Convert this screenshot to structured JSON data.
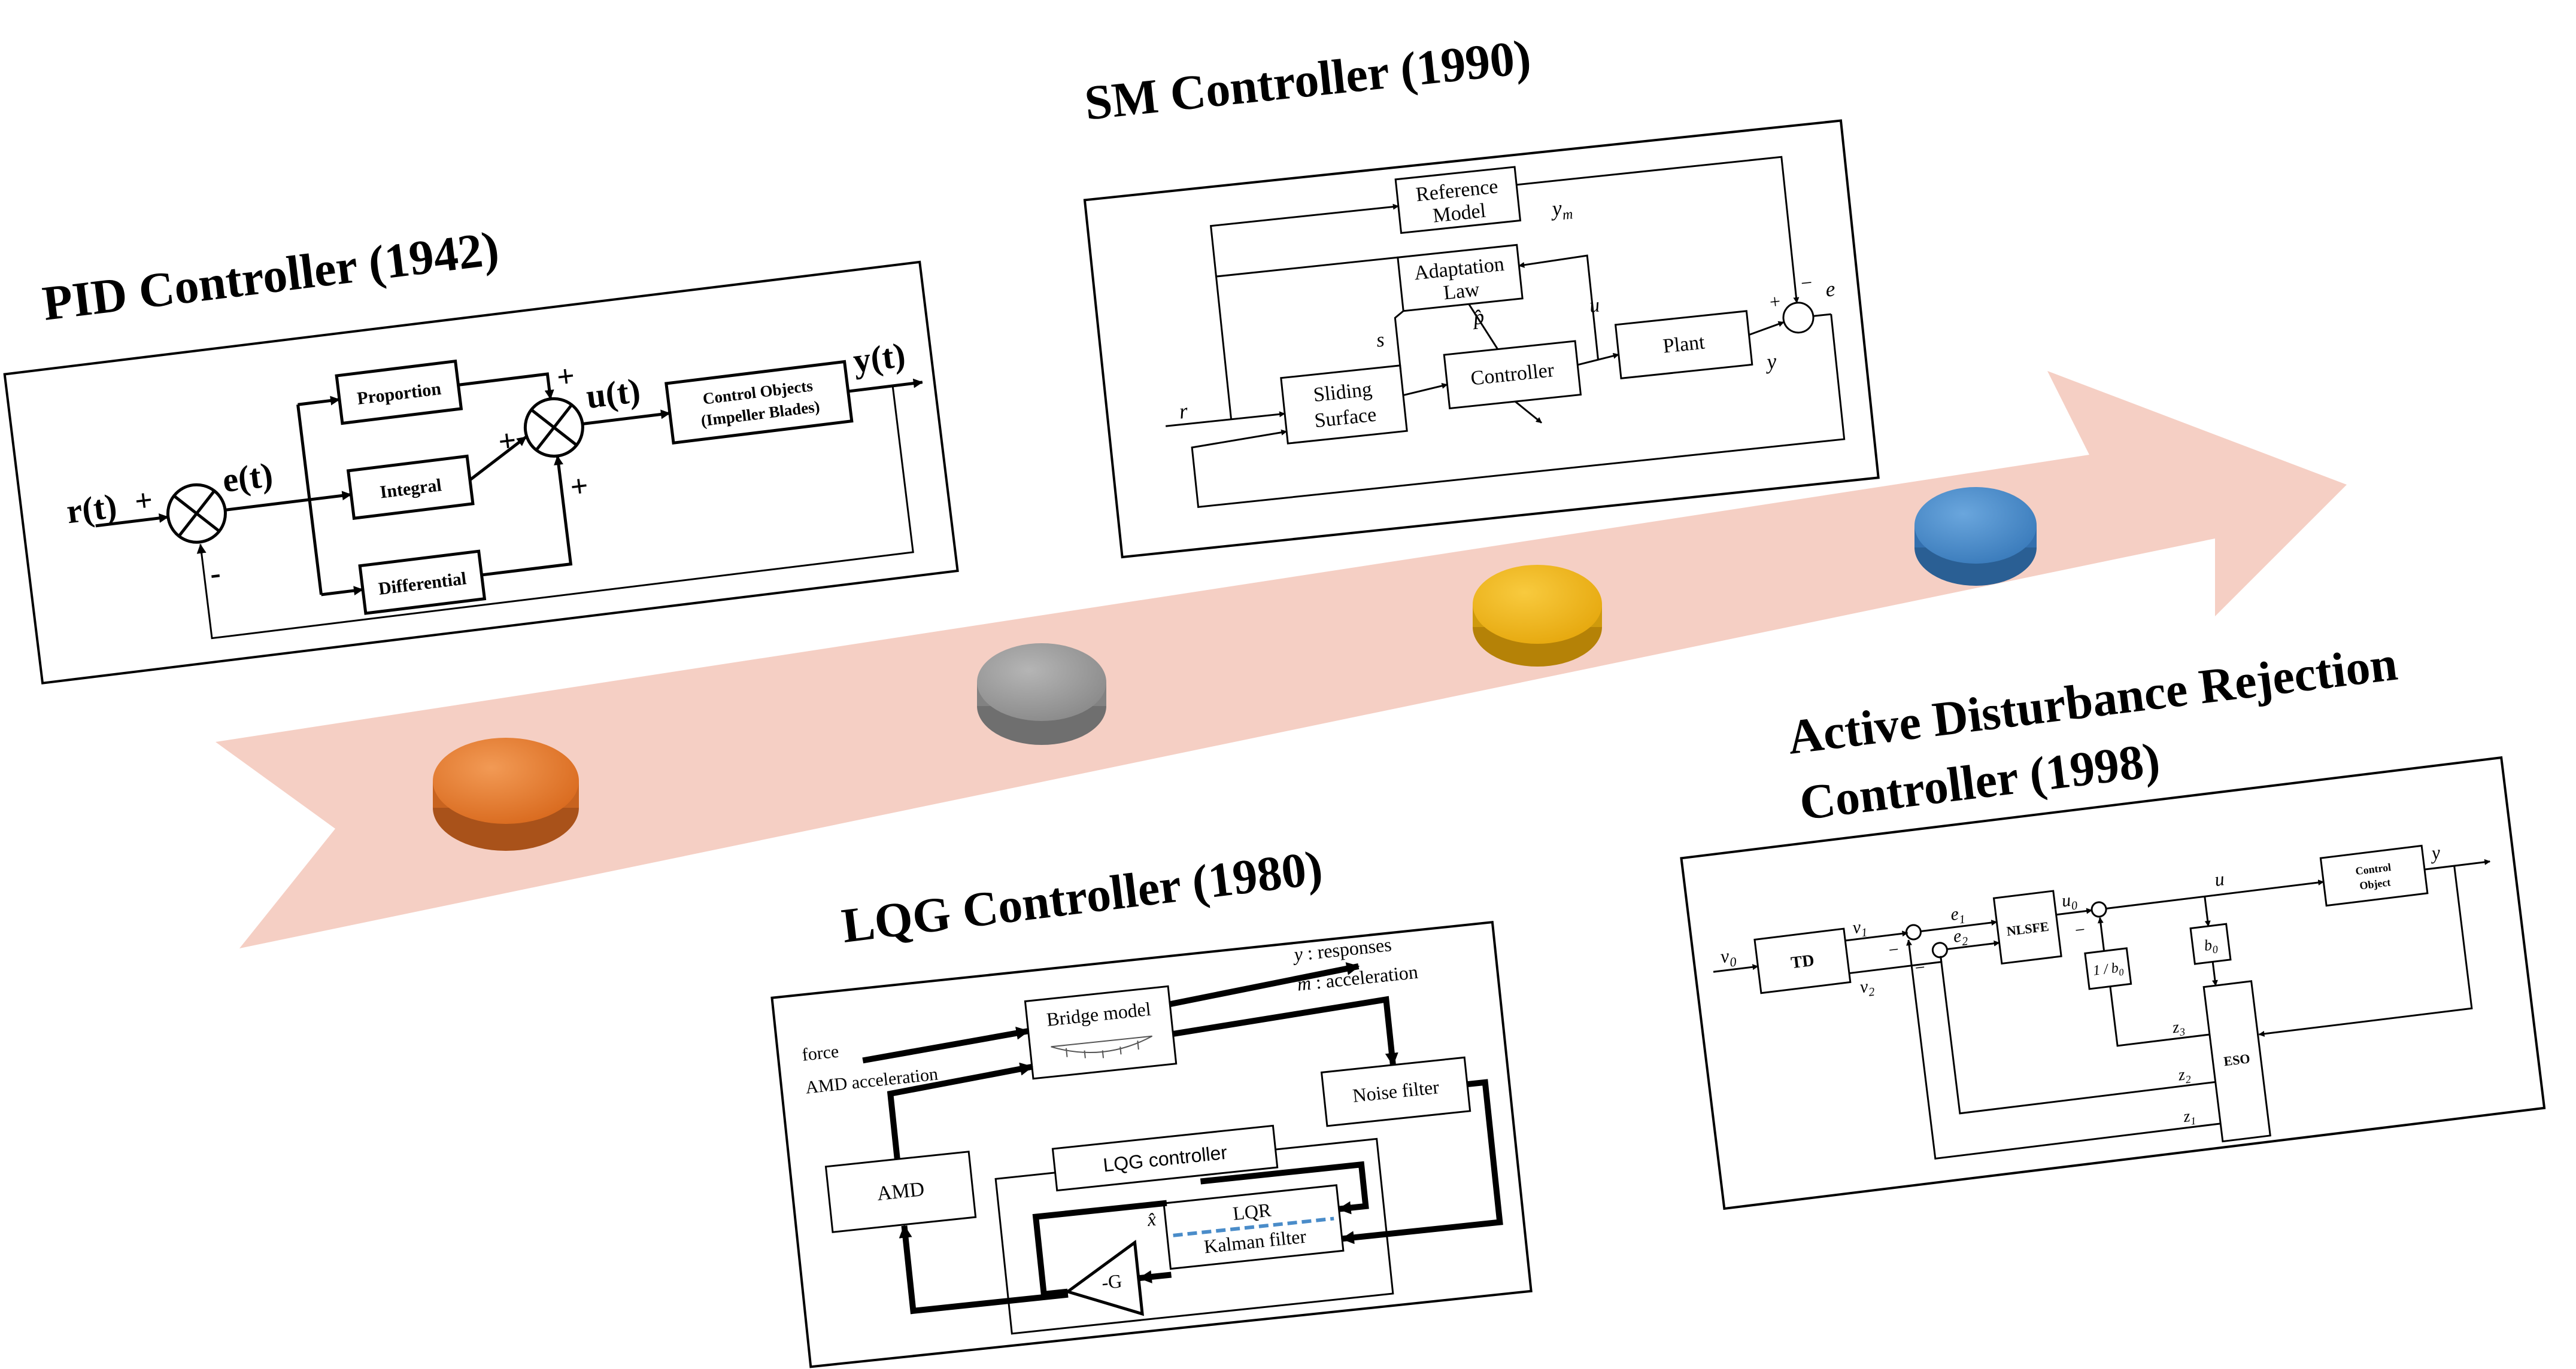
{
  "colors": {
    "timeline_arrow": "#f5cfc4",
    "milestone_1": "#e87a2e",
    "milestone_2": "#9a9a9a",
    "milestone_3": "#f3b71a",
    "milestone_4": "#4a8cc9",
    "kalman_dashed": "#4a8cc9"
  },
  "titles": {
    "pid": "PID Controller (1942)",
    "sm": "SM Controller (1990)",
    "lqg": "LQG Controller (1980)",
    "adrc_line1": "Active Disturbance Rejection",
    "adrc_line2": "Controller (1998)"
  },
  "pid": {
    "r": "r(t)",
    "e": "e(t)",
    "u": "u(t)",
    "y": "y(t)",
    "plus": "+",
    "minus": "-",
    "proportion": "Proportion",
    "integral": "Integral",
    "differential": "Differential",
    "control_line1": "Control Objects",
    "control_line2": "(Impeller Blades)"
  },
  "sm": {
    "reference_line1": "Reference",
    "reference_line2": "Model",
    "ym": "y",
    "ym_sub": "m",
    "adaptation_line1": "Adaptation",
    "adaptation_line2": "Law",
    "p_hat": "p̂",
    "s": "s",
    "u": "u",
    "r": "r",
    "sliding_line1": "Sliding",
    "sliding_line2": "Surface",
    "controller": "Controller",
    "plant": "Plant",
    "y": "y",
    "e": "e",
    "plus": "+",
    "minus": "−"
  },
  "lqg": {
    "y_label": "y",
    "y_desc": " : responses",
    "m_label": "m",
    "m_desc": " : acceleration",
    "force": "force",
    "amd_acceleration": "AMD acceleration",
    "bridge_model": "Bridge model",
    "noise_filter": "Noise filter",
    "amd": "AMD",
    "lqg_controller": "LQG controller",
    "lqr": "LQR",
    "kalman": "Kalman filter",
    "gain": "-G",
    "x_hat": "x̂"
  },
  "adrc": {
    "v0": "v",
    "v0_sub": "0",
    "td": "TD",
    "v1": "v",
    "v1_sub": "1",
    "v2": "v",
    "v2_sub": "2",
    "e1": "e",
    "e1_sub": "1",
    "e2": "e",
    "e2_sub": "2",
    "nlsfe": "NLSFE",
    "u0": "u",
    "u0_sub": "0",
    "u": "u",
    "control_line1": "Control",
    "control_line2": "Object",
    "y": "y",
    "inv_b0": "1 / b",
    "inv_b0_sub": "0",
    "b0": "b",
    "b0_sub": "0",
    "eso": "ESO",
    "z1": "z",
    "z1_sub": "1",
    "z2": "z",
    "z2_sub": "2",
    "z3": "z",
    "z3_sub": "3",
    "minus": "−"
  }
}
